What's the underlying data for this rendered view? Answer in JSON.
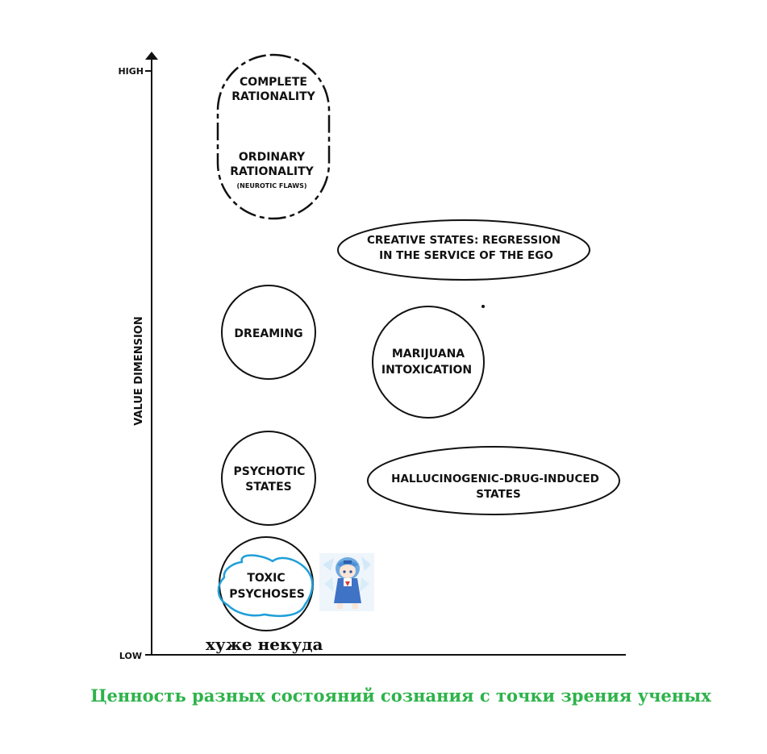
{
  "axis": {
    "y_label": "VALUE DIMENSION",
    "high_label": "HIGH",
    "low_label": "LOW"
  },
  "nodes": {
    "complete_rationality": {
      "line1": "COMPLETE",
      "line2": "RATIONALITY"
    },
    "ordinary_rationality": {
      "line1": "ORDINARY",
      "line2": "RATIONALITY",
      "note": "(NEUROTIC FLAWS)"
    },
    "creative_states": {
      "line1": "CREATIVE STATES: REGRESSION",
      "line2": "IN THE SERVICE OF THE EGO"
    },
    "dreaming": {
      "line1": "DREAMING"
    },
    "marijuana": {
      "line1": "MARIJUANA",
      "line2": "INTOXICATION"
    },
    "psychotic_states": {
      "line1": "PSYCHOTIC",
      "line2": "STATES"
    },
    "hallucinogenic": {
      "line1": "HALLUCINOGENIC-DRUG-INDUCED",
      "line2": "STATES"
    },
    "toxic_psychoses": {
      "line1": "TOXIC",
      "line2": "PSYCHOSES"
    }
  },
  "annotation": {
    "worst_note": "хуже некуда",
    "highlight_color": "#1e9fd8"
  },
  "caption": {
    "text": "Ценность разных состояний сознания с точки зрения ученых",
    "color": "#2db34a"
  }
}
